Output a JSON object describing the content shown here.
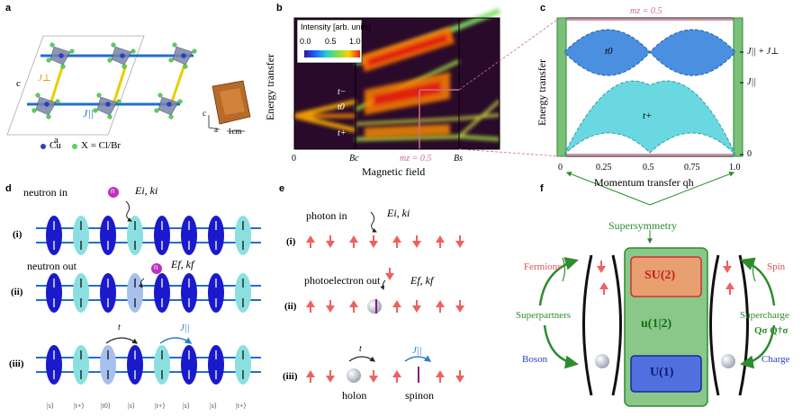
{
  "panels": {
    "a": "a",
    "b": "b",
    "c": "c",
    "d": "d",
    "e": "e",
    "f": "f"
  },
  "a": {
    "axis_c": "c",
    "axis_a": "a",
    "j_perp": "J⊥",
    "j_par": "J||",
    "legend_cu": "Cu",
    "legend_x": "X = Cl/Br",
    "crystal_c": "c",
    "crystal_a": "a",
    "scale": "1cm"
  },
  "b": {
    "ylabel": "Energy transfer",
    "xlabel": "Magnetic field",
    "cbar_title": "Intensity [arb. units]",
    "cbar_ticks": [
      "0.0",
      "0.5",
      "1.0"
    ],
    "ticks": {
      "zero": "0",
      "bc": "Bc",
      "bs": "Bs"
    },
    "branches": [
      "t−",
      "t0",
      "t+"
    ],
    "mz": "mz = 0.5"
  },
  "c": {
    "ylabel": "Energy transfer",
    "xlabel": "Momentum transfer qh",
    "mz": "mz = 0.5",
    "xticks": [
      "0",
      "0.25",
      "0.5",
      "0.75",
      "1.0"
    ],
    "right_labels": {
      "top": "J|| + J⊥",
      "mid": "J||",
      "zero": "0"
    },
    "branches": {
      "t0": "t0",
      "tplus": "t+"
    }
  },
  "d": {
    "neutron_in": "neutron in",
    "ei_ki": "Ei, ki",
    "n": "n",
    "neutron_out": "neutron out",
    "ef_kf": "Ef, kf",
    "rows": [
      "(i)",
      "(ii)",
      "(iii)"
    ],
    "hop_t": "t",
    "hop_j": "J||",
    "states": [
      "|s⟩",
      "|t+⟩",
      "|t0⟩",
      "|s⟩",
      "|t+⟩",
      "|s⟩",
      "|s⟩",
      "|t+⟩"
    ]
  },
  "e": {
    "photon_in": "photon in",
    "ei_ki": "Ei, ki",
    "photoelectron_out": "photoelectron out",
    "ef_kf": "Ef, kf",
    "rows": [
      "(i)",
      "(ii)",
      "(iii)"
    ],
    "hop_t": "t",
    "hop_j": "J||",
    "holon": "holon",
    "spinon": "spinon"
  },
  "f": {
    "supersymmetry": "Supersymmetry",
    "fermions": "Fermions",
    "superpartners": "Superpartners",
    "boson": "Boson",
    "spin": "Spin",
    "supercharge": "Supercharge",
    "q_ops": "Qσ  Q†σ",
    "charge": "Charge",
    "su2": "SU(2)",
    "u12": "u(1|2)",
    "u1": "U(1)"
  },
  "colors": {
    "fermion": "#e05050",
    "boson": "#2b3fc2",
    "susy": "#2e8b2e",
    "mz_line": "#d06a8a",
    "teal": "#5bc8c8"
  }
}
